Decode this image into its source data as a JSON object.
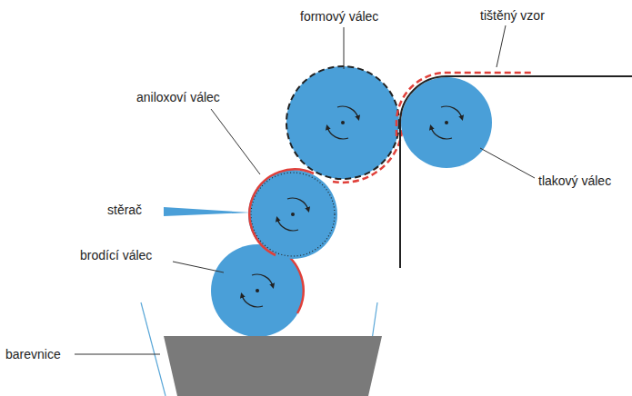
{
  "diagram": {
    "labels": [
      "formový válec",
      "tištěný vzor",
      "aniloxoví válec",
      "stěrač",
      "tlakový válec",
      "brodící válec",
      "barevnice"
    ]
  }
}
